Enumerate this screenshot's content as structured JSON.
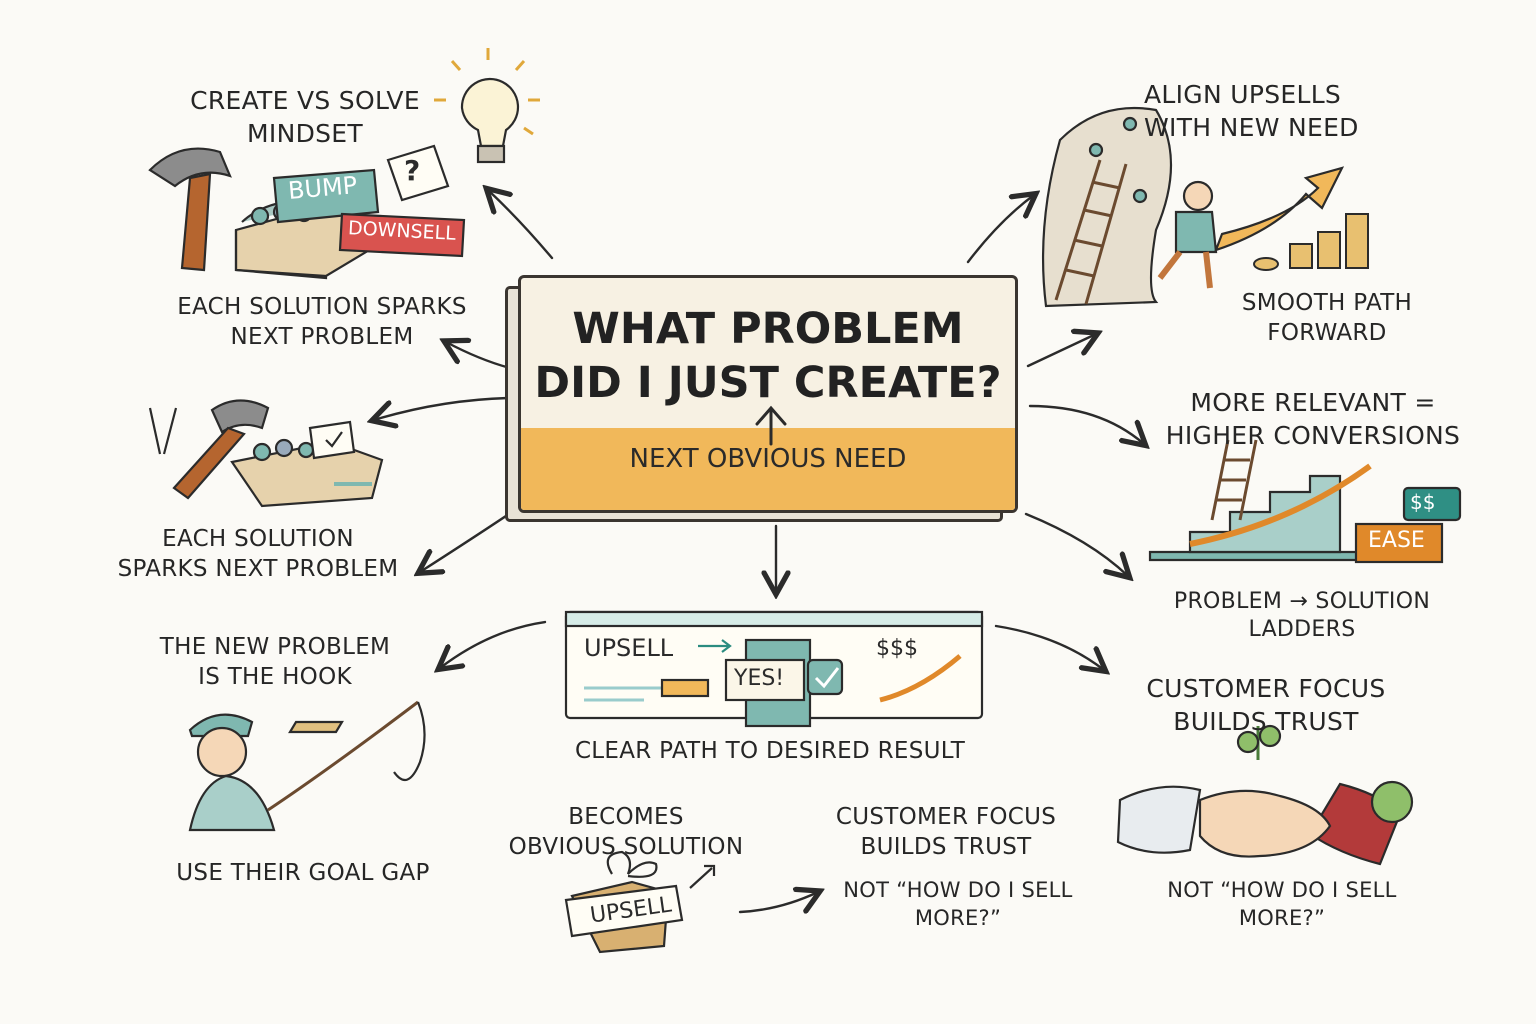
{
  "center": {
    "title_line1": "WHAT PROBLEM",
    "title_line2": "DID I JUST CREATE?",
    "subtitle": "NEXT OBVIOUS NEED"
  },
  "top_left": {
    "heading_line1": "CREATE VS SOLVE",
    "heading_line2": "MINDSET",
    "bump_label": "BUMP",
    "downsell_label": "DOWNSELL",
    "question_mark": "?",
    "caption_line1": "EACH SOLUTION SPARKS",
    "caption_line2": "NEXT PROBLEM"
  },
  "mid_left": {
    "caption_line1": "EACH SOLUTION",
    "caption_line2": "SPARKS NEXT PROBLEM"
  },
  "bottom_left": {
    "heading_line1": "THE NEW PROBLEM",
    "heading_line2": "IS THE HOOK",
    "caption": "USE THEIR GOAL GAP"
  },
  "bottom_center": {
    "upsell_label": "UPSELL",
    "yes_label": "YES!",
    "money_label": "$$$",
    "caption": "CLEAR PATH TO DESIRED RESULT",
    "gift_heading_line1": "BECOMES",
    "gift_heading_line2": "OBVIOUS SOLUTION",
    "gift_label": "UPSELL",
    "focus_heading_line1": "CUSTOMER FOCUS",
    "focus_heading_line2": "BUILDS TRUST",
    "quote_line1": "NOT “HOW DO I SELL",
    "quote_line2": "MORE?”"
  },
  "top_right": {
    "heading_line1": "ALIGN UPSELLS",
    "heading_line2": "WITH NEW NEED",
    "caption_line1": "SMOOTH PATH",
    "caption_line2": "FORWARD"
  },
  "mid_right": {
    "heading_line1": "MORE RELEVANT =",
    "heading_line2": "HIGHER CONVERSIONS",
    "money_label": "$$",
    "ease_label": "EASE",
    "caption_line1": "PROBLEM → SOLUTION",
    "caption_line2": "LADDERS"
  },
  "bottom_right": {
    "heading_line1": "CUSTOMER FOCUS",
    "heading_line2": "BUILDS TRUST",
    "quote_line1": "NOT “HOW DO I SELL",
    "quote_line2": "MORE?”"
  },
  "colors": {
    "accent_orange": "#f1b85a",
    "accent_teal": "#7fb8b0",
    "accent_red": "#d9534f",
    "ink": "#2b2b2b"
  }
}
